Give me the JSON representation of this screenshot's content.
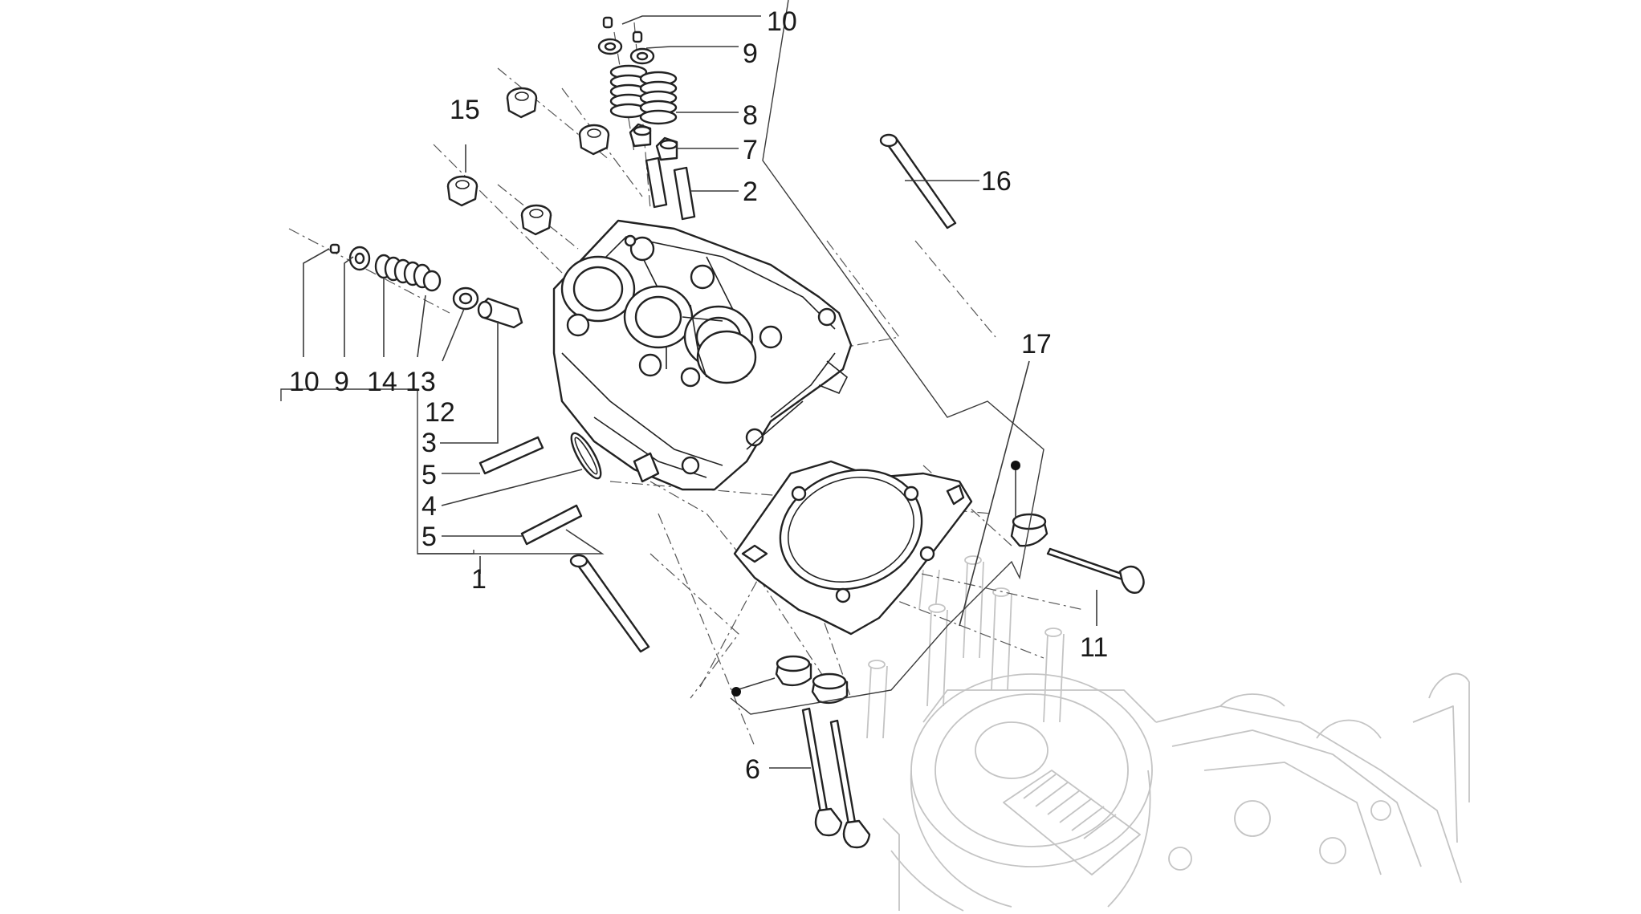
{
  "diagram": {
    "callouts": [
      {
        "id": "c10a",
        "text": "10"
      },
      {
        "id": "c9a",
        "text": "9"
      },
      {
        "id": "c8",
        "text": "8"
      },
      {
        "id": "c7",
        "text": "7"
      },
      {
        "id": "c2",
        "text": "2"
      },
      {
        "id": "c15",
        "text": "15"
      },
      {
        "id": "c16",
        "text": "16"
      },
      {
        "id": "c17",
        "text": "17"
      },
      {
        "id": "c10b",
        "text": "10"
      },
      {
        "id": "c9b",
        "text": "9"
      },
      {
        "id": "c14",
        "text": "14"
      },
      {
        "id": "c13",
        "text": "13"
      },
      {
        "id": "c12",
        "text": "12"
      },
      {
        "id": "c3",
        "text": "3"
      },
      {
        "id": "c5a",
        "text": "5"
      },
      {
        "id": "c4",
        "text": "4"
      },
      {
        "id": "c5b",
        "text": "5"
      },
      {
        "id": "c1",
        "text": "1"
      },
      {
        "id": "c11",
        "text": "11"
      },
      {
        "id": "c6",
        "text": "6"
      }
    ]
  }
}
